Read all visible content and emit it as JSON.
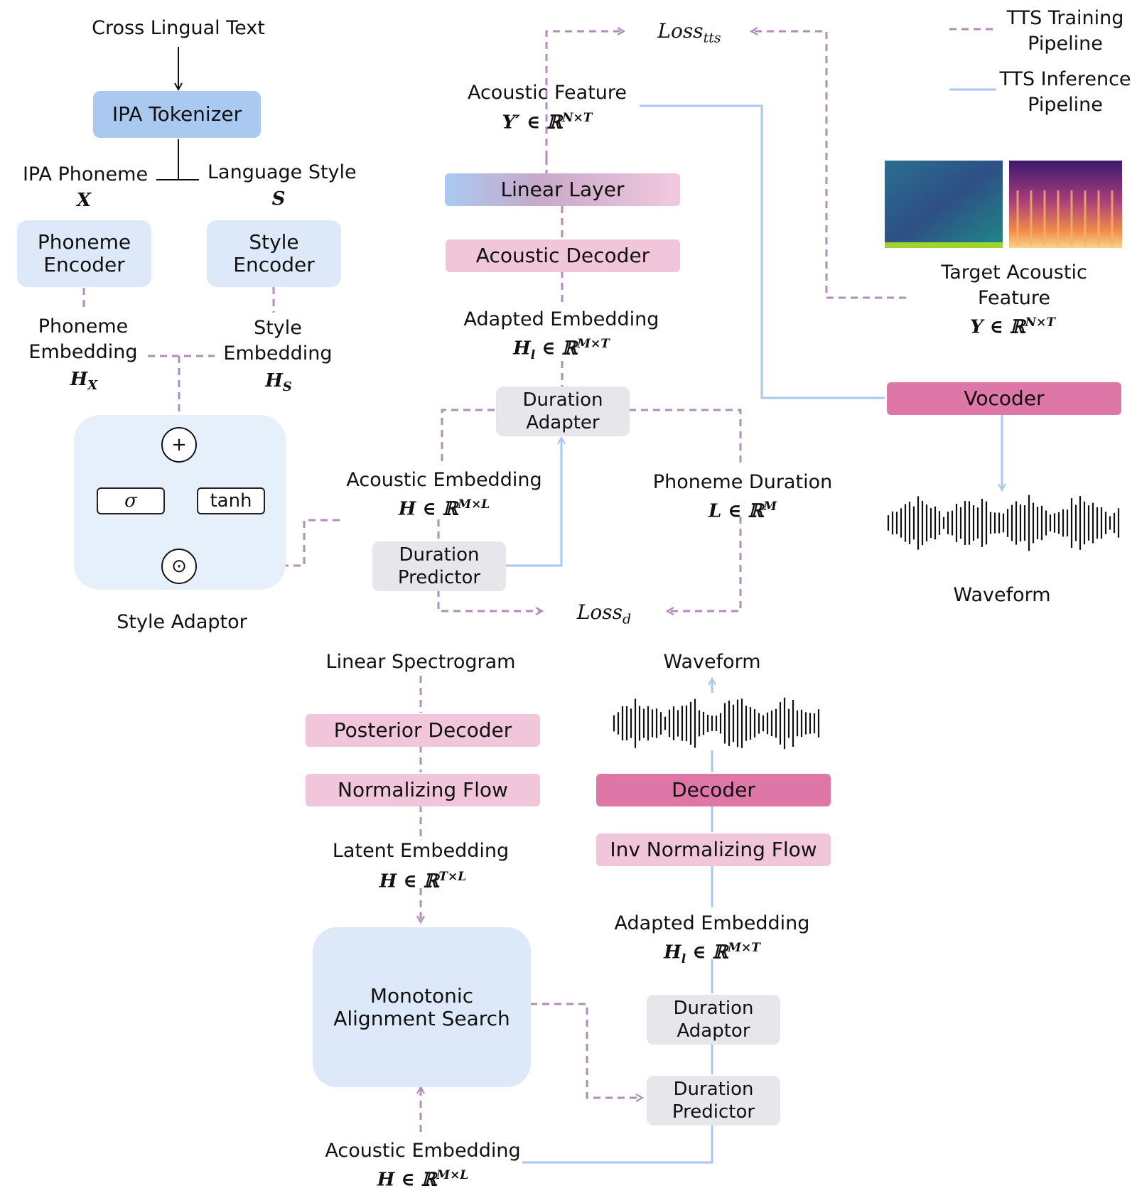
{
  "colors": {
    "training": "#b08eba",
    "inference": "#a9c8ef"
  },
  "legend": {
    "training": "TTS Training\nPipeline",
    "inference": "TTS Inference\nPipeline"
  },
  "top_left": {
    "input_text": "Cross Lingual Text",
    "tokenizer": "IPA Tokenizer",
    "ipa_phoneme": "IPA Phoneme",
    "ipa_phoneme_sym": "X",
    "language_style": "Language Style",
    "language_style_sym": "S",
    "phoneme_encoder": "Phoneme\nEncoder",
    "style_encoder": "Style\nEncoder",
    "phoneme_embedding": "Phoneme\nEmbedding",
    "phoneme_embedding_sym": "H",
    "phoneme_embedding_sub": "X",
    "style_embedding": "Style\nEmbedding",
    "style_embedding_sym": "H",
    "style_embedding_sub": "S",
    "adaptor_title": "Style Adaptor",
    "plus_op": "+",
    "hadamard_op": "⊙",
    "sigma": "σ",
    "tanh": "tanh"
  },
  "middle": {
    "loss_tts": "Loss",
    "loss_tts_sub": "tts",
    "acoustic_feature": "Acoustic Feature",
    "acoustic_feature_math": "Y′ ∈ ℝ",
    "acoustic_feature_sup": "N×T",
    "linear_layer": "Linear Layer",
    "acoustic_decoder": "Acoustic Decoder",
    "adapted_embedding": "Adapted Embedding",
    "adapted_embedding_math": "H",
    "adapted_embedding_sub": "l",
    "adapted_embedding_sup": "M×T",
    "duration_adapter": "Duration\nAdapter",
    "acoustic_embedding": "Acoustic Embedding",
    "acoustic_embedding_sup": "M×L",
    "phoneme_duration": "Phoneme Duration",
    "phoneme_duration_sup": "M",
    "duration_predictor": "Duration\nPredictor",
    "loss_d": "Loss",
    "loss_d_sub": "d"
  },
  "right": {
    "target_acoustic_feature": "Target Acoustic\nFeature",
    "target_sup": "N×T",
    "vocoder": "Vocoder",
    "waveform": "Waveform"
  },
  "bottom": {
    "linear_spectrogram": "Linear Spectrogram",
    "posterior_decoder": "Posterior Decoder",
    "normalizing_flow": "Normalizing Flow",
    "latent_embedding": "Latent Embedding",
    "latent_sup": "T×L",
    "mas": "Monotonic\nAlignment Search",
    "acoustic_embedding": "Acoustic Embedding",
    "acoustic_embedding_sup": "M×L",
    "waveform": "Waveform",
    "decoder": "Decoder",
    "inv_flow": "Inv Normalizing Flow",
    "adapted_embedding": "Adapted Embedding",
    "adapted_sup": "M×T",
    "duration_adaptor": "Duration\nAdaptor",
    "duration_predictor": "Duration\nPredictor"
  }
}
